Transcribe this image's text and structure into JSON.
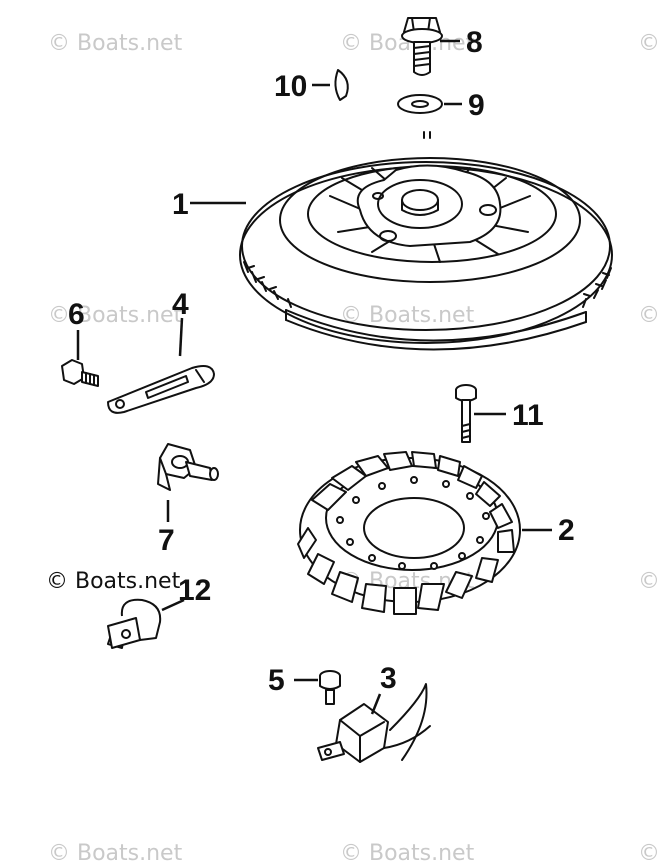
{
  "watermarks": {
    "faint": "© Boats.net",
    "bold": "© Boats.net"
  },
  "callouts": [
    {
      "id": "1",
      "label": "1"
    },
    {
      "id": "2",
      "label": "2"
    },
    {
      "id": "3",
      "label": "3"
    },
    {
      "id": "4",
      "label": "4"
    },
    {
      "id": "5",
      "label": "5"
    },
    {
      "id": "6",
      "label": "6"
    },
    {
      "id": "7",
      "label": "7"
    },
    {
      "id": "8",
      "label": "8"
    },
    {
      "id": "9",
      "label": "9"
    },
    {
      "id": "10",
      "label": "10"
    },
    {
      "id": "11",
      "label": "11"
    },
    {
      "id": "12",
      "label": "12"
    }
  ]
}
